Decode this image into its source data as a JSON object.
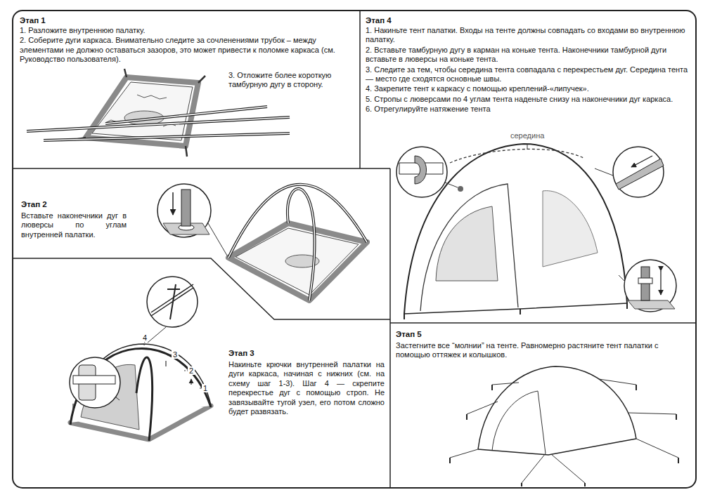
{
  "diagram": {
    "nodes": [
      {
        "text": [
          "Этап 1",
          "1. Разложите внутреннюю палатку.",
          "2. Соберите дуги каркаса. Внимательно следите за сочленениями трубок – между элементами не должно оставаться зазоров, это может привести к поломке каркаса (см. Руководство пользователя).",
          "3. Отложите более короткую тамбурную дугу в сторону."
        ]
      },
      {
        "text": [
          "Этап 2",
          "Вставьте наконечники дуг в люверсы по углам внутренней палатки."
        ]
      },
      {
        "text": [
          "Этап 3",
          "Накиньте крючки внутренней палатки на дуги каркаса, начиная с нижних (см. на схему шаг 1-3). Шаг 4 — скрепите перекрестье дуг с помощью строп. Не завязывайте тугой узел, его потом сложно будет развязать."
        ]
      },
      {
        "text": [
          "Этап 4",
          "1. Накиньте тент палатки.  Входы на тенте должны совпадать со входами во внутреннюю палатку.",
          "2. Вставьте тамбурную дугу в карман на коньке тента. Наконечники тамбурной дуги вставьте в люверсы на коньке тента.",
          "3. Следите за тем, чтобы середина тента совпадала с перекрестьем дуг. Середина тента — место где сходятся основные швы.",
          "4. Закрепите тент к каркасу с помощью креплений-«липучек».",
          "5. Стропы с люверсами по 4 углам тента наденьте снизу на наконечники дуг каркаса.",
          "6. Отрегулируйте натяжение тента"
        ]
      },
      {
        "text": [
          "Этап 5",
          "Застегните все “молнии” на тенте. Равномерно растяните тент палатки с помощью оттяжек и колышков."
        ]
      }
    ],
    "labels": [
      "середина",
      "1",
      "2",
      "3",
      "4"
    ]
  }
}
